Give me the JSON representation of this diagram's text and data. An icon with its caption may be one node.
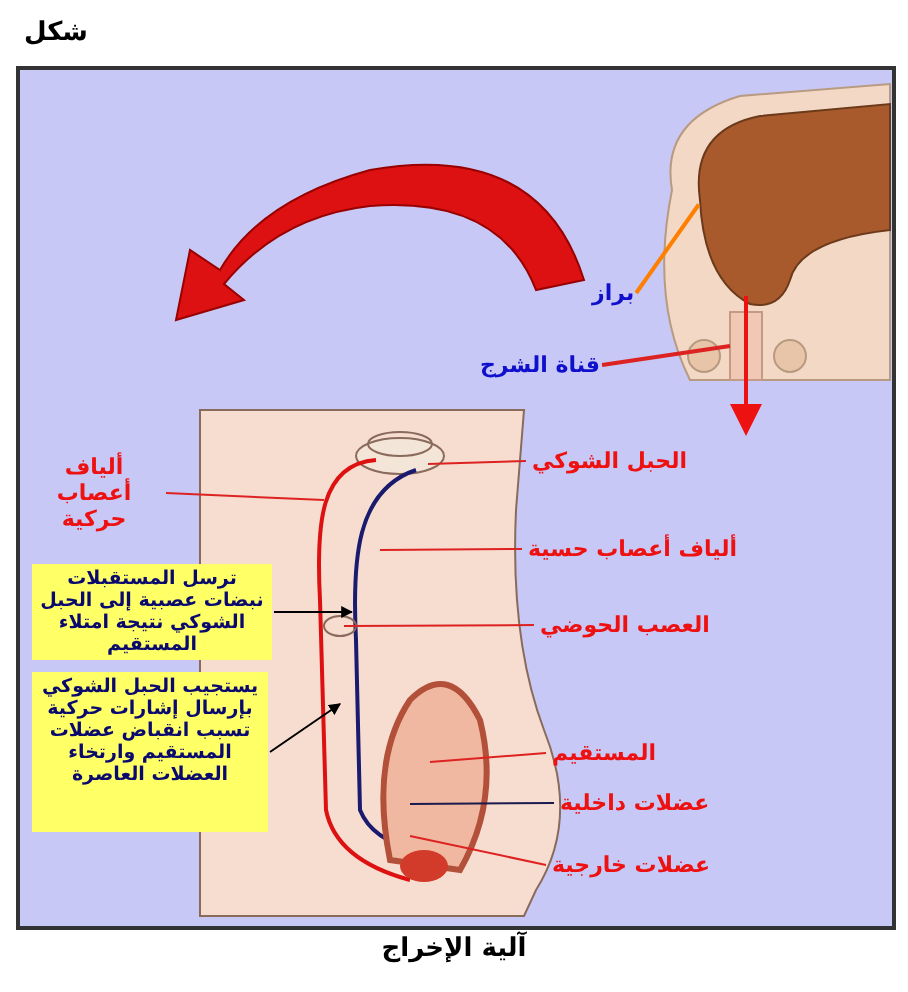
{
  "diagram": {
    "title": "شكل",
    "caption": "آلية الإخراج",
    "nodes": [
      {
        "text": [
          "براز"
        ]
      },
      {
        "text": [
          "قناة الشرج"
        ]
      },
      {
        "text": [
          "الحبل الشوكي"
        ]
      },
      {
        "text": [
          "ألياف أعصاب حسية"
        ]
      },
      {
        "text": [
          "العصب الحوضي"
        ]
      },
      {
        "text": [
          "المستقيم"
        ]
      },
      {
        "text": [
          "عضلات داخلية"
        ]
      },
      {
        "text": [
          "عضلات خارجية"
        ]
      },
      {
        "text": [
          "ألياف أعصاب حركية"
        ]
      },
      {
        "text": [
          "ترسل المستقبلات نبضات عصبية إلى الحبل الشوكي نتيجة امتلاء المستقيم"
        ]
      },
      {
        "text": [
          "يستجيب الحبل الشوكي بإرسال إشارات حركية تسبب انقباض عضلات المستقيم وارتخاء العضلات العاصرة"
        ]
      },
      {
        "text": [],
        "shape": "picture"
      },
      {
        "text": [],
        "shape": "box"
      }
    ],
    "edges": [
      {
        "from": 0,
        "to": 11,
        "arrow": "none",
        "color": "#ff8000"
      },
      {
        "from": 1,
        "to": 12,
        "arrow": "none"
      },
      {
        "from": 2,
        "to": null,
        "arrow": "none"
      },
      {
        "from": 3,
        "to": null,
        "arrow": "none"
      },
      {
        "from": 4,
        "to": null,
        "arrow": "none"
      },
      {
        "from": 5,
        "to": null,
        "arrow": "none"
      },
      {
        "from": 6,
        "to": null,
        "arrow": "none",
        "color": "#1a1a4d"
      },
      {
        "from": 7,
        "to": null,
        "arrow": "none"
      },
      {
        "from": 8,
        "to": null,
        "arrow": "none"
      },
      {
        "from": 9,
        "to": null,
        "arrow": "to",
        "color": "#000000"
      },
      {
        "from": 10,
        "to": null,
        "arrow": "to",
        "color": "#000000"
      }
    ]
  }
}
